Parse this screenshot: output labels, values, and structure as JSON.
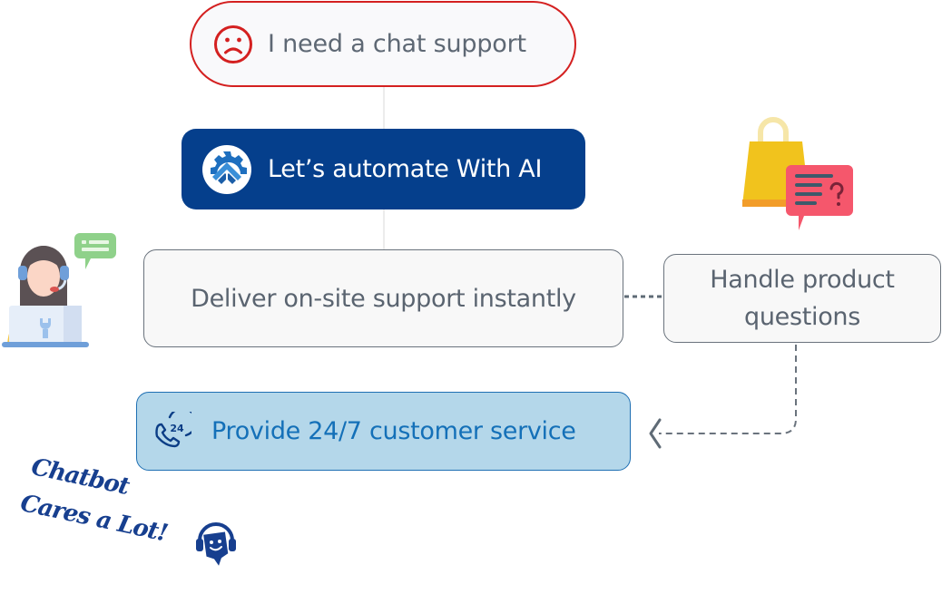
{
  "nodes": {
    "need_support": {
      "label": "I need a chat support",
      "icon": "sad-face-icon"
    },
    "automate_ai": {
      "label": "Let’s automate With AI",
      "icon": "ai-gear-logo-icon"
    },
    "deliver_support": {
      "label": "Deliver on-site support instantly"
    },
    "handle_questions": {
      "label": "Handle product questions"
    },
    "provide_service": {
      "label": "Provide 24/7 customer service",
      "icon": "phone-24-icon",
      "icon_text": "24"
    }
  },
  "illustrations": {
    "agent": "support-agent-icon",
    "shopping": "shopping-bag-question-icon",
    "mascot": "chatbot-headset-mascot-icon"
  },
  "tagline": {
    "line1": "Chatbot",
    "line2": "Cares a Lot!"
  },
  "colors": {
    "alert_red": "#d42020",
    "brand_navy": "#053f8c",
    "service_blue": "#1470b8",
    "service_bg": "#b4d7ea",
    "text_gray": "#5a6470"
  }
}
